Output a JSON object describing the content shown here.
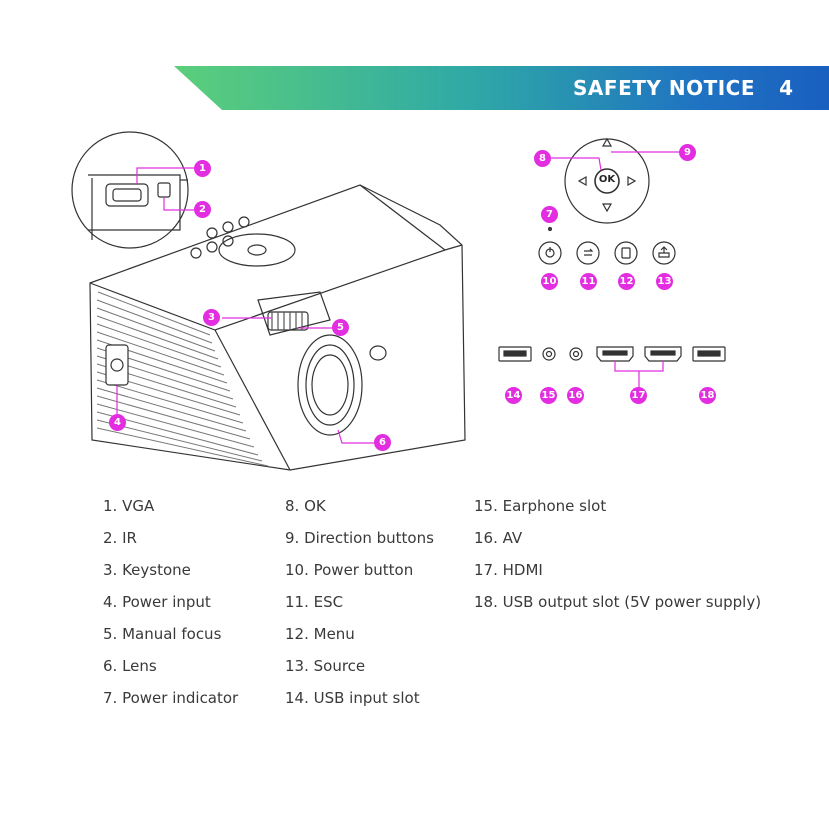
{
  "header": {
    "title": "SAFETY NOTICE",
    "page_number": "4"
  },
  "callouts": [
    "1",
    "2",
    "3",
    "4",
    "5",
    "6",
    "7",
    "8",
    "9",
    "10",
    "11",
    "12",
    "13",
    "14",
    "15",
    "16",
    "17",
    "18"
  ],
  "remote": {
    "ok_label": "OK"
  },
  "legend": {
    "col1": [
      "1. VGA",
      "2. IR",
      "3. Keystone",
      "4. Power input",
      "5. Manual focus",
      "6. Lens",
      "7.  Power indicator"
    ],
    "col2": [
      "8.  OK",
      "9.  Direction buttons",
      "10. Power button",
      "11. ESC",
      "12. Menu",
      "13. Source",
      "14. USB input slot"
    ],
    "col3": [
      "15. Earphone slot",
      "16. AV",
      "17. HDMI",
      "18. USB output slot (5V power supply)"
    ]
  },
  "colors": {
    "accent": "#e22de0",
    "banner_start": "#5ccf7a",
    "banner_end": "#1a5fbf"
  },
  "icons": [
    "power-icon",
    "esc-icon",
    "menu-icon",
    "source-icon",
    "usb-port-icon",
    "audio-jack-icon",
    "hdmi-port-icon"
  ]
}
